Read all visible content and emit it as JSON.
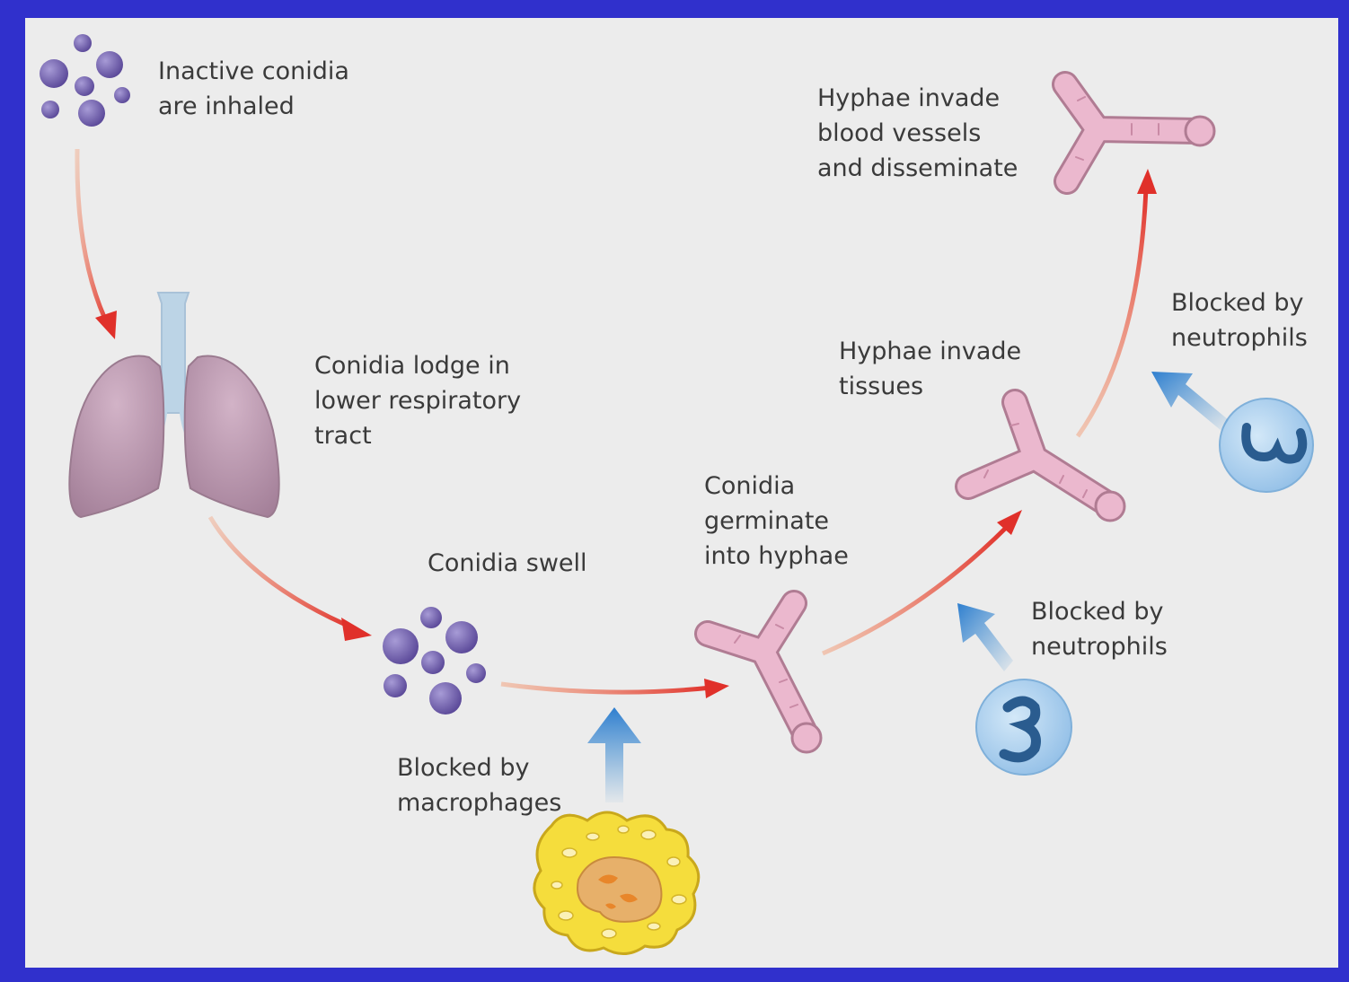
{
  "colors": {
    "frame_border": "#3030cc",
    "background": "#ececec",
    "arrow_red": "#e0302a",
    "arrow_blue": "#3f8fd3",
    "conidia": "#6a5aa8",
    "hyphae": "#e6b0c8",
    "lungs": "#b893ad",
    "trachea": "#bcd4e6",
    "neutrophil": "#a9cfee",
    "macrophage": "#f2d83a"
  },
  "labels": {
    "inhaled": [
      "Inactive conidia",
      "are inhaled"
    ],
    "lodge": [
      "Conidia lodge in",
      "lower respiratory",
      "tract"
    ],
    "swell": [
      "Conidia swell"
    ],
    "germinate": [
      "Conidia",
      "germinate",
      "into hyphae"
    ],
    "macrophages": [
      "Blocked by",
      "macrophages"
    ],
    "tissues": [
      "Hyphae invade",
      "tissues"
    ],
    "neutrophils_1": [
      "Blocked by",
      "neutrophils"
    ],
    "vessels": [
      "Hyphae invade",
      "blood vessels",
      "and disseminate"
    ],
    "neutrophils_2": [
      "Blocked by",
      "neutrophils"
    ]
  }
}
